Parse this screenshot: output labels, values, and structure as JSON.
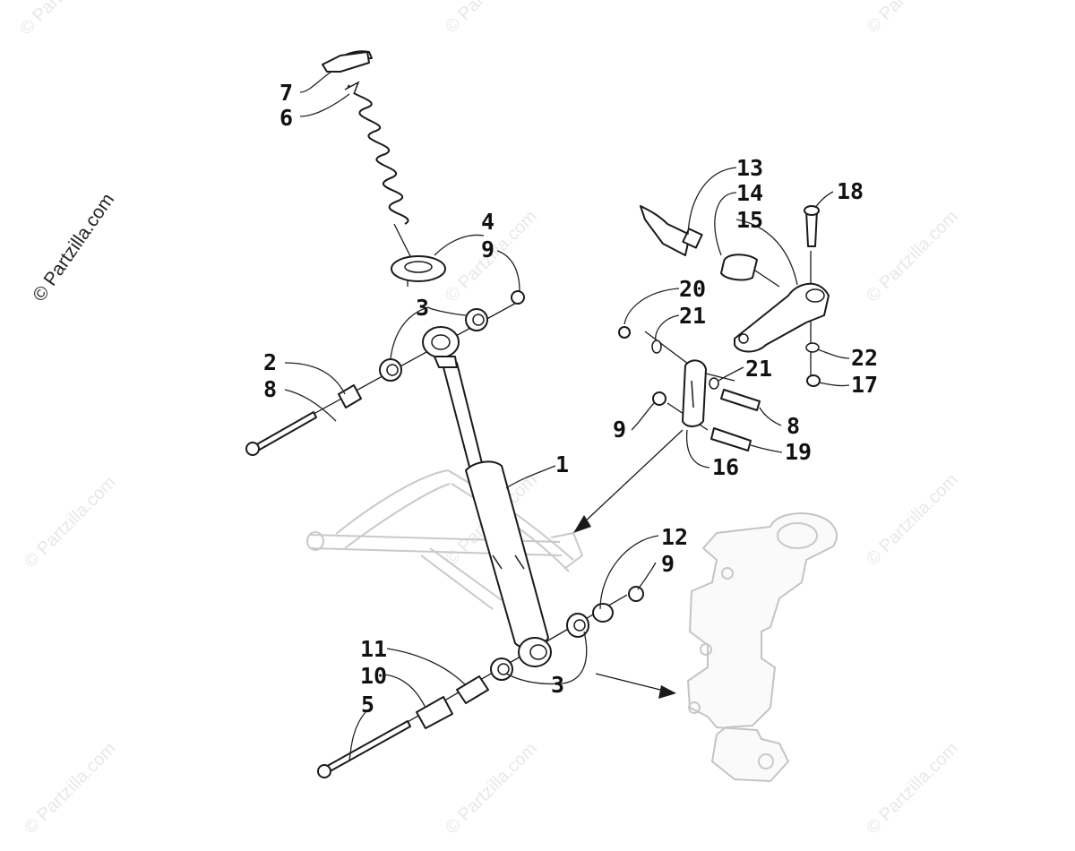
{
  "watermark": {
    "text": "© Partzilla.com",
    "side_text": "© Partzilla.com"
  },
  "callouts": {
    "c1": "1",
    "c2": "2",
    "c3a": "3",
    "c3b": "3",
    "c4": "4",
    "c5": "5",
    "c6": "6",
    "c7": "7",
    "c8a": "8",
    "c8b": "8",
    "c9a": "9",
    "c9b": "9",
    "c9c": "9",
    "c10": "10",
    "c11": "11",
    "c12": "12",
    "c13": "13",
    "c14": "14",
    "c15": "15",
    "c16": "16",
    "c17": "17",
    "c18": "18",
    "c19": "19",
    "c20": "20",
    "c21a": "21",
    "c21b": "21",
    "c22": "22"
  }
}
